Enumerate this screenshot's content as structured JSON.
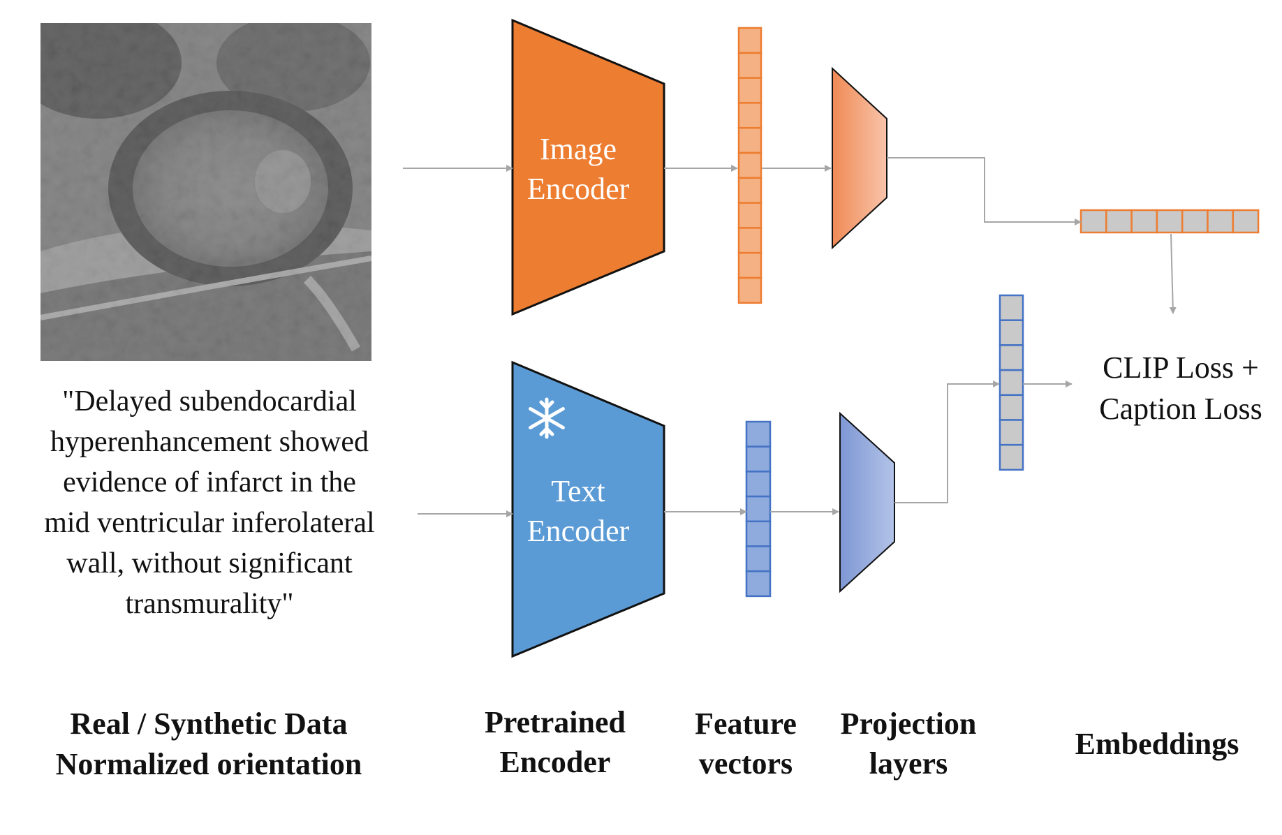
{
  "image_encoder": {
    "line1": "Image",
    "line2": "Encoder"
  },
  "text_encoder": {
    "line1": "Text",
    "line2": "Encoder",
    "frozen_icon": "snowflake-icon"
  },
  "caption": {
    "lines": [
      "\"Delayed subendocardial",
      "hyperenhancement showed",
      "evidence of infarct in the",
      "mid ventricular inferolateral",
      "wall, without significant",
      "transmurality\""
    ]
  },
  "loss": {
    "line1": "CLIP Loss +",
    "line2": "Caption Loss"
  },
  "columns": {
    "data": {
      "line1": "Real / Synthetic Data",
      "line2": "Normalized orientation"
    },
    "encoder": {
      "line1": "Pretrained",
      "line2": "Encoder"
    },
    "features": {
      "line1": "Feature",
      "line2": "vectors"
    },
    "projection": {
      "line1": "Projection",
      "line2": "layers"
    },
    "embeddings": {
      "line1": "Embeddings"
    }
  },
  "colors": {
    "image_encoder": "#ED7D31",
    "text_encoder": "#5B9BD5",
    "image_feature_fill": "#F4B183",
    "image_feature_stroke": "#ED7D31",
    "text_feature_fill": "#8FAADC",
    "text_feature_stroke": "#4472C4",
    "embedding_fill": "#C9C9C9",
    "arrow": "#A6A6A6"
  }
}
